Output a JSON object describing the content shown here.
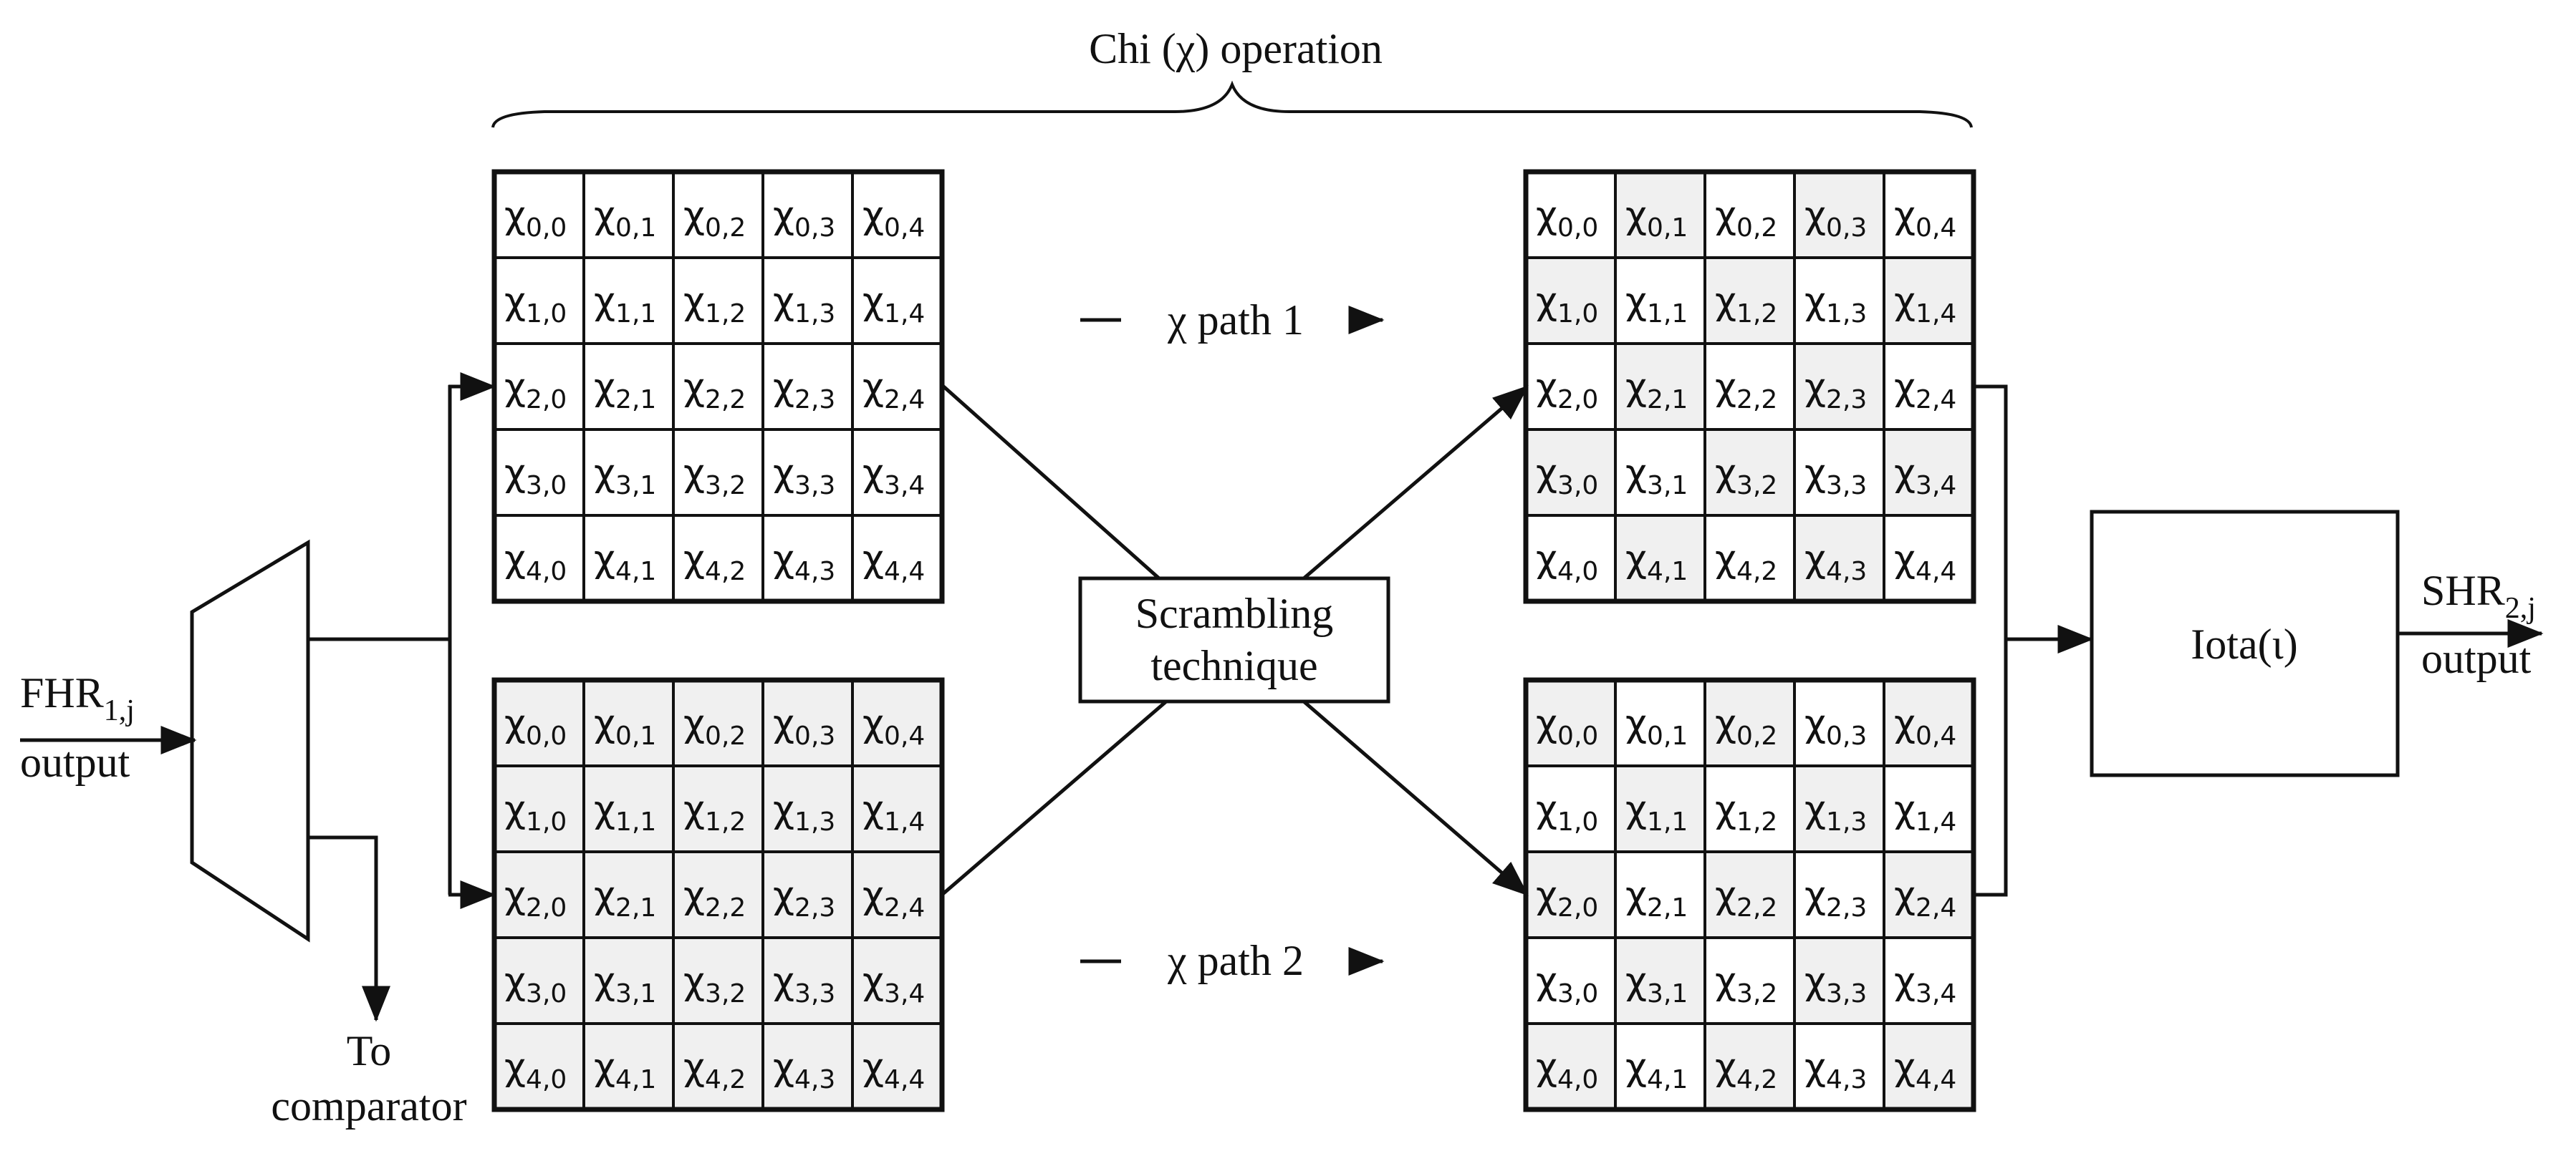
{
  "colors": {
    "line": "#111111",
    "cell_white": "#ffffff",
    "cell_shaded": "#f0f0f0"
  },
  "title": "Chi (χ) operation",
  "input": {
    "name": "FHR",
    "subscript": "1,j",
    "sub_label": "output"
  },
  "output": {
    "name": "SHR",
    "subscript": "2,j",
    "sub_label": "output"
  },
  "comparator_label": [
    "To",
    "comparator"
  ],
  "center_box": {
    "lines": [
      "Scrambling",
      "technique"
    ]
  },
  "iota_box": {
    "label": "Iota(ι)"
  },
  "path_labels": {
    "path1": "χ path 1",
    "path2": "χ path 2"
  },
  "state_symbol": "χ",
  "grid_size": 5,
  "grids": [
    {
      "id": "top-left",
      "shading": [
        [
          0,
          0,
          0,
          0,
          0
        ],
        [
          0,
          0,
          0,
          0,
          0
        ],
        [
          0,
          0,
          0,
          0,
          0
        ],
        [
          0,
          0,
          0,
          0,
          0
        ],
        [
          0,
          0,
          0,
          0,
          0
        ]
      ]
    },
    {
      "id": "bottom-left",
      "shading": [
        [
          1,
          1,
          1,
          1,
          1
        ],
        [
          1,
          1,
          1,
          1,
          1
        ],
        [
          1,
          1,
          1,
          1,
          1
        ],
        [
          1,
          1,
          1,
          1,
          1
        ],
        [
          1,
          1,
          1,
          1,
          1
        ]
      ]
    },
    {
      "id": "top-right",
      "shading": [
        [
          0,
          1,
          0,
          1,
          0
        ],
        [
          1,
          0,
          1,
          0,
          1
        ],
        [
          0,
          1,
          0,
          1,
          0
        ],
        [
          1,
          0,
          1,
          0,
          1
        ],
        [
          0,
          1,
          0,
          1,
          0
        ]
      ]
    },
    {
      "id": "bottom-right",
      "shading": [
        [
          1,
          0,
          1,
          0,
          1
        ],
        [
          0,
          1,
          0,
          1,
          0
        ],
        [
          1,
          0,
          1,
          0,
          1
        ],
        [
          0,
          1,
          0,
          1,
          0
        ],
        [
          1,
          0,
          1,
          0,
          1
        ]
      ]
    }
  ]
}
